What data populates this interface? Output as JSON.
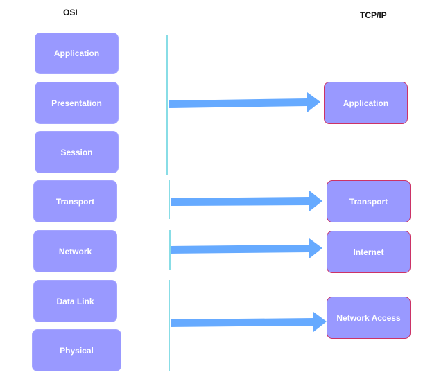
{
  "headers": {
    "osi": "OSI",
    "tcpip": "TCP/IP"
  },
  "osi_layers": [
    "Application",
    "Presentation",
    "Session",
    "Transport",
    "Network",
    "Data Link",
    "Physical"
  ],
  "tcpip_layers": [
    "Application",
    "Transport",
    "Internet",
    "Network Access"
  ],
  "colors": {
    "box_fill": "#9999ff",
    "tcpip_border": "#cc3366",
    "arrow": "#66aaff",
    "divider": "#88dde6",
    "label_text": "#ffffff"
  }
}
